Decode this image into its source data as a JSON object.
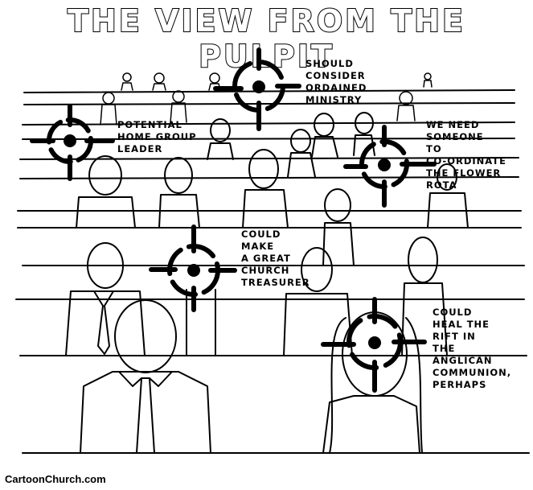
{
  "title": "THE VIEW FROM THE PULPIT",
  "captions": {
    "ordained": "SHOULD\nCONSIDER\nORDAINED\nMINISTRY",
    "homegroup": "POTENTIAL\nHOME GROUP\nLEADER",
    "flower": "WE NEED\nSOMEONE\nTO\nCO-ORDINATE\nTHE FLOWER\nROTA",
    "treasurer": "COULD\nMAKE\nA GREAT\nCHURCH\nTREASURER",
    "anglican": "COULD\nHEAL THE\nRIFT IN\nTHE\nANGLICAN\nCOMMUNION,\nPERHAPS"
  },
  "credit": "CartoonChurch.com",
  "colors": {
    "ink": "#000000",
    "paper": "#ffffff"
  }
}
